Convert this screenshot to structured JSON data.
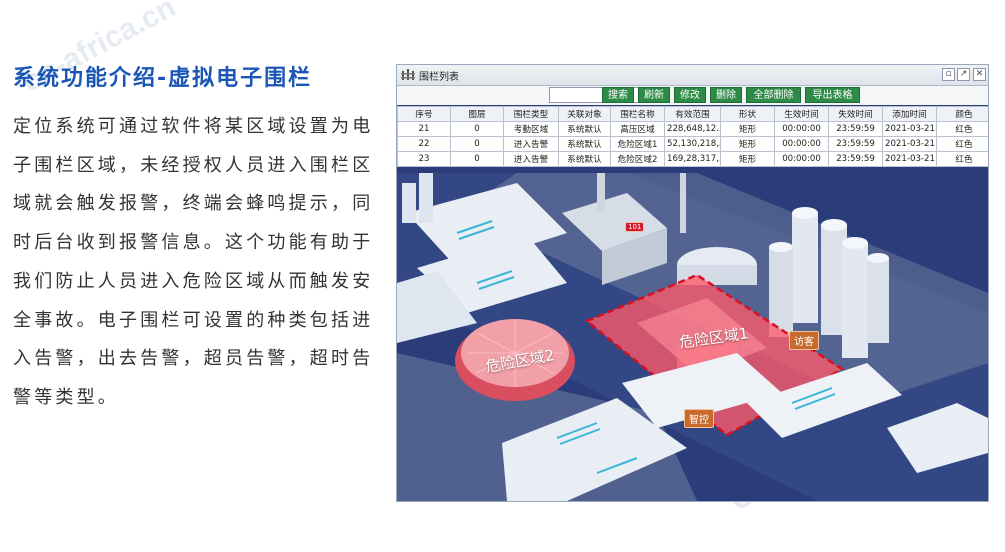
{
  "watermark": "cn-africa.cn",
  "heading": "系统功能介绍-虚拟电子围栏",
  "description": "定位系统可通过软件将某区域设置为电子围栏区域，未经授权人员进入围栏区域就会触发报警，终端会蜂鸣提示，同时后台收到报警信息。这个功能有助于我们防止人员进入危险区域从而触发安全事故。电子围栏可设置的种类包括进入告警，出去告警，超员告警，超时告警等类型。",
  "window": {
    "title": "围栏列表",
    "controls": {
      "restore": "▫",
      "popout": "↗",
      "close": "✕"
    }
  },
  "toolbar": {
    "search_placeholder": "",
    "search": "搜索",
    "refresh": "刷新",
    "edit": "修改",
    "delete": "删除",
    "delete_all": "全部删除",
    "export": "导出表格"
  },
  "table": {
    "columns": [
      "序号",
      "图层",
      "围栏类型",
      "关联对象",
      "围栏名称",
      "有效范围",
      "形状",
      "生效时间",
      "失效时间",
      "添加时间",
      "颜色"
    ],
    "rows": [
      [
        "21",
        "0",
        "考勤区域",
        "系统默认",
        "高压区域",
        "228,648,12...",
        "矩形",
        "00:00:00",
        "23:59:59",
        "2021-03-21...",
        "红色"
      ],
      [
        "22",
        "0",
        "进入告警",
        "系统默认",
        "危险区域1",
        "52,130,218,...",
        "矩形",
        "00:00:00",
        "23:59:59",
        "2021-03-21...",
        "红色"
      ],
      [
        "23",
        "0",
        "进入告警",
        "系统默认",
        "危险区域2",
        "169,28,317,...",
        "矩形",
        "00:00:00",
        "23:59:59",
        "2021-03-21...",
        "红色"
      ]
    ]
  },
  "scene": {
    "zone1": "危险区域1",
    "zone2": "危险区域2",
    "visitor_tag": "访客",
    "worker_tag": "智控",
    "marker_tag": "101"
  },
  "colors": {
    "heading": "#1a56b4",
    "button": "#2e8a47",
    "zone_fill": "#ff5a6a",
    "ground": "#2a3d7a"
  }
}
